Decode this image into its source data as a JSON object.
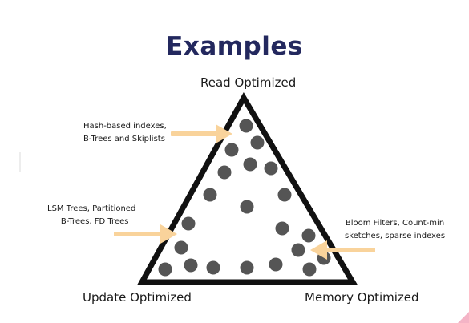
{
  "slide": {
    "title": "Examples",
    "vertices": {
      "top": "Read Optimized",
      "left": "Update Optimized",
      "right": "Memory Optimized"
    },
    "annotations": {
      "hash": [
        "Hash-based indexes,",
        "B-Trees and Skiplists"
      ],
      "lsm": [
        "LSM Trees, Partitioned",
        "B-Trees, FD Trees"
      ],
      "bloom": [
        "Bloom Filters, Count-min",
        "sketches, sparse indexes"
      ]
    },
    "colors": {
      "title": "#23285e",
      "triangle": "#111111",
      "dots": "#555555",
      "arrow": "#f9d39b",
      "corner_accent": "#f4b4c6"
    },
    "icons": [
      "arrow-right-icon",
      "arrow-left-icon"
    ]
  }
}
